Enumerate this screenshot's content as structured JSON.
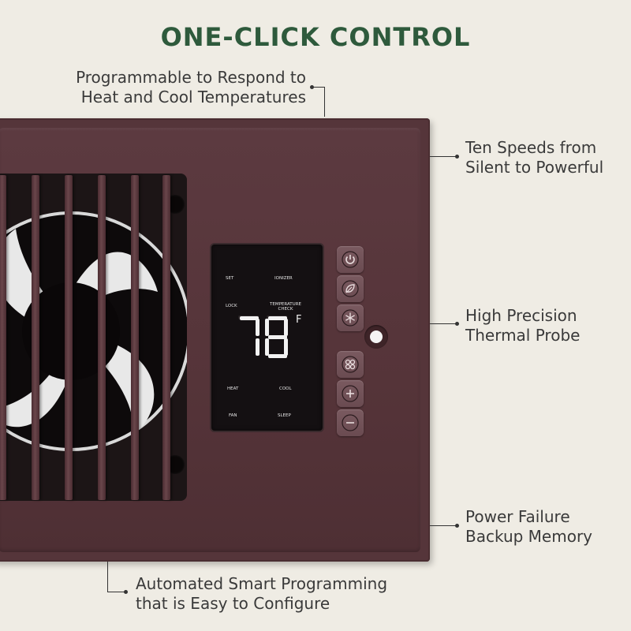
{
  "title": "ONE-CLICK CONTROL",
  "callouts": {
    "top_left": [
      "Programmable to Respond to",
      "Heat and Cool Temperatures"
    ],
    "right_1": [
      "Ten Speeds from",
      "Silent to Powerful"
    ],
    "right_2": [
      "High Precision",
      "Thermal Probe"
    ],
    "right_3": [
      "Power Failure",
      "Backup Memory"
    ],
    "bottom": [
      "Automated Smart Programming",
      "that is Easy to Configure"
    ]
  },
  "display": {
    "set": "SET",
    "ionizer": "IONIZER",
    "lock": "LOCK",
    "temp_check_1": "TEMPERATURE",
    "temp_check_2": "CHECK",
    "reading": "78",
    "unit": "F",
    "heat": "HEAT",
    "cool": "COOL",
    "fan": "FAN",
    "sleep": "SLEEP"
  },
  "buttons": [
    {
      "icon": "power-icon"
    },
    {
      "icon": "leaf-icon"
    },
    {
      "icon": "snowflake-icon"
    },
    {
      "icon": "fan-mode-icon"
    },
    {
      "icon": "plus-icon"
    },
    {
      "icon": "minus-icon"
    }
  ],
  "colors": {
    "background": "#efece4",
    "title": "#2e5a3c",
    "device": "#55353a",
    "display": "#141012"
  }
}
